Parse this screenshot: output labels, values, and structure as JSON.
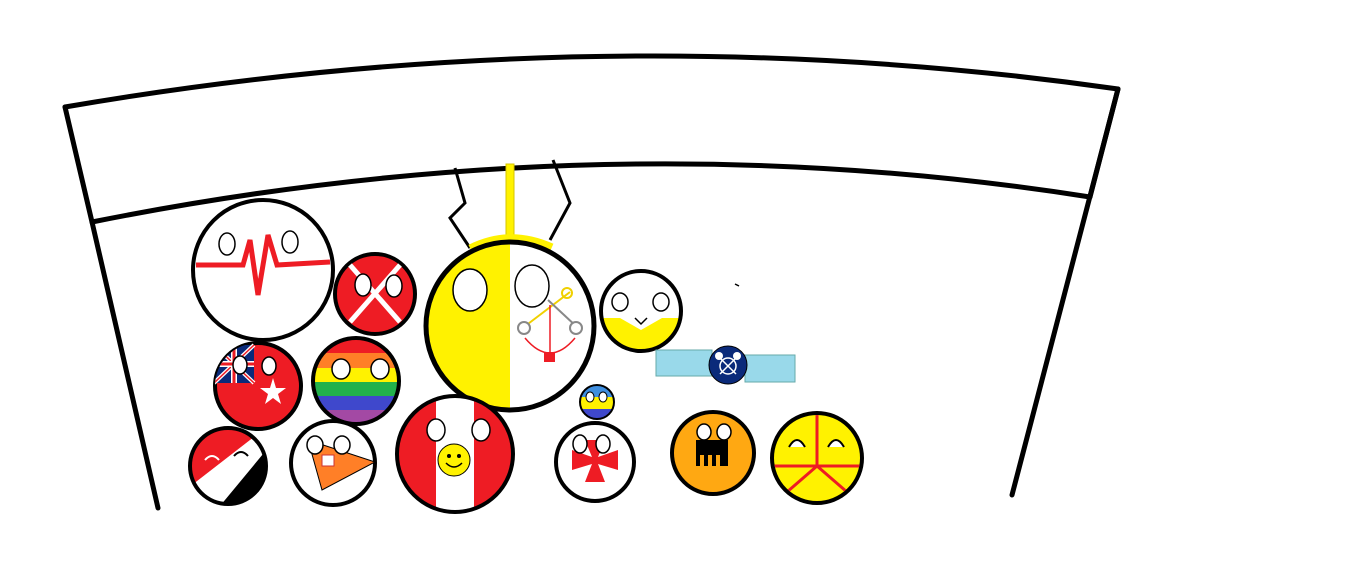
{
  "canvas": {
    "background": "#ffffff",
    "outline_color": "#000000"
  },
  "structure": {
    "arch": "arch-frame",
    "banner": "blank-banner",
    "hanger": "hook-hanger"
  },
  "palette": {
    "red": "#ee1c24",
    "yellow": "#fff200",
    "orange": "#ff7f27",
    "dark_blue": "#0a2a7a",
    "light_blue": "#99d9ea",
    "black": "#000000",
    "white": "#ffffff",
    "rainbow": [
      "#ee1c24",
      "#ff7f27",
      "#fff200",
      "#22b14c",
      "#3f48cc",
      "#a349a4"
    ]
  },
  "balls": [
    {
      "id": "heartbeat-ball",
      "flag": "white-with-red-pulse-line"
    },
    {
      "id": "crossed-x-ball",
      "flag": "red-with-white-saltire"
    },
    {
      "id": "vatican-ball",
      "flag": "yellow-white-with-keys"
    },
    {
      "id": "yellow-base-ball",
      "flag": "white-over-yellow"
    },
    {
      "id": "red-ensign-ball",
      "flag": "red-ensign-with-star"
    },
    {
      "id": "rainbow-ball",
      "flag": "rainbow-stripes"
    },
    {
      "id": "diagonal-ball",
      "flag": "red-white-black-diagonal"
    },
    {
      "id": "pennant-ball",
      "flag": "white-with-orange-pennant"
    },
    {
      "id": "smiley-flag-ball",
      "flag": "red-white-red-with-smiley"
    },
    {
      "id": "tiny-ball",
      "flag": "blue-yellow-small"
    },
    {
      "id": "cross-ball",
      "flag": "white-with-red-cross"
    },
    {
      "id": "orange-ball",
      "flag": "orange-with-black-emblem"
    },
    {
      "id": "peace-ball",
      "flag": "yellow-with-red-peace-lines"
    },
    {
      "id": "satellite",
      "flag": "blue-emblem-with-solar-panels"
    }
  ]
}
